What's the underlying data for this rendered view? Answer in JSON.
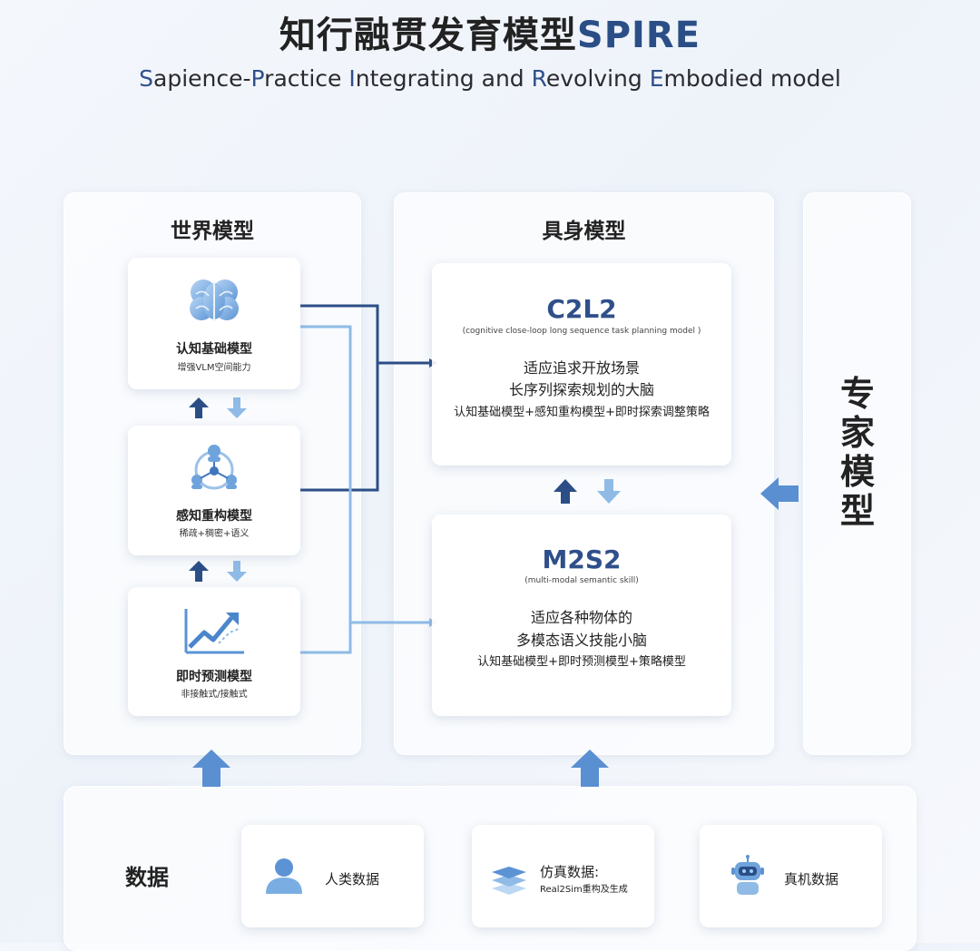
{
  "header": {
    "title_cn": "知行融贯发育模型",
    "title_en": "SPIRE",
    "subtitle": [
      {
        "cap": "S",
        "rest": "apience-"
      },
      {
        "cap": "P",
        "rest": "ractice "
      },
      {
        "cap": "I",
        "rest": "ntegrating and "
      },
      {
        "cap": "R",
        "rest": "evolving "
      },
      {
        "cap": "E",
        "rest": "mbodied model"
      }
    ]
  },
  "world_model": {
    "title": "世界模型",
    "cards": [
      {
        "name": "认知基础模型",
        "desc": "增强VLM空间能力",
        "icon": "brain-icon"
      },
      {
        "name": "感知重构模型",
        "desc": "稀疏+稠密+语义",
        "icon": "network-icon"
      },
      {
        "name": "即时预测模型",
        "desc": "非接触式/接触式",
        "icon": "trend-chart-icon"
      }
    ]
  },
  "embodied_model": {
    "title": "具身模型",
    "c2l2": {
      "title": "C2L2",
      "subtitle": "(cognitive close-loop long sequence task planning model )",
      "line1": "适应追求开放场景",
      "line2": "长序列探索规划的大脑",
      "line3": "认知基础模型+感知重构模型+即时探索调整策略"
    },
    "m2s2": {
      "title": "M2S2",
      "subtitle": "(multi-modal semantic skill)",
      "line1": "适应各种物体的",
      "line2": "多模态语义技能小脑",
      "line3": "认知基础模型+即时预测模型+策略模型"
    }
  },
  "expert_model": {
    "title": "专家模型"
  },
  "data_section": {
    "label": "数据",
    "cards": [
      {
        "name": "人类数据",
        "sub": "",
        "icon": "person-icon"
      },
      {
        "name": "仿真数据:",
        "sub": "Real2Sim重构及生成",
        "icon": "layers-icon"
      },
      {
        "name": "真机数据",
        "sub": "",
        "icon": "robot-icon"
      }
    ]
  },
  "colors": {
    "dark_blue": "#2b4e86",
    "light_blue": "#8fbbe6",
    "arrow_blue": "#5a8fd2"
  }
}
